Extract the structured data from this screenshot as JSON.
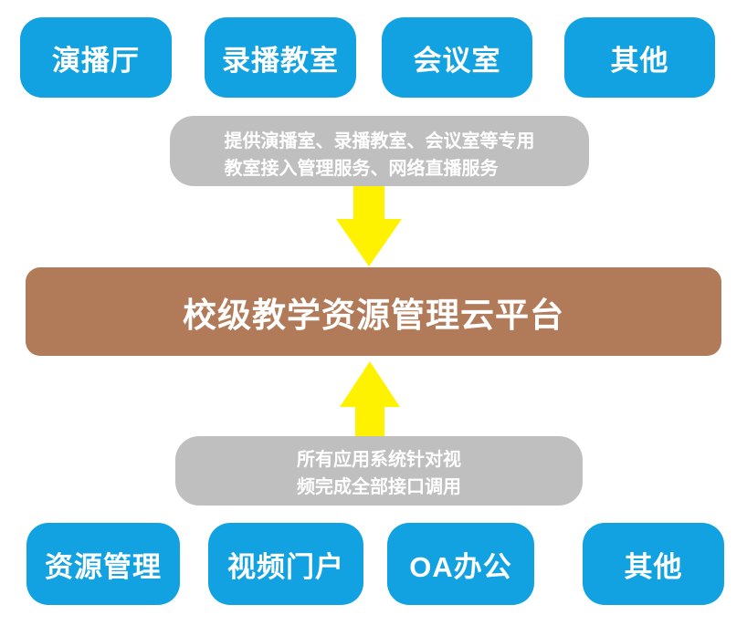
{
  "diagram": {
    "title_box": {
      "label": "校级教学资源管理云平台"
    },
    "top_row": {
      "items": [
        {
          "label": "演播厅"
        },
        {
          "label": "录播教室"
        },
        {
          "label": "会议室"
        },
        {
          "label": "其他"
        }
      ]
    },
    "top_note": {
      "line1": "提供演播室、录播教室、会议室等专用",
      "line2": "教室接入管理服务、网络直播服务"
    },
    "bottom_note": {
      "line1": "所有应用系统针对视",
      "line2": "频完成全部接口调用"
    },
    "bottom_row": {
      "items": [
        {
          "label": "资源管理"
        },
        {
          "label": "视频门户"
        },
        {
          "label": "OA办公"
        },
        {
          "label": "其他"
        }
      ]
    },
    "arrows": [
      {
        "name": "down-arrow",
        "direction": "down"
      },
      {
        "name": "up-arrow",
        "direction": "up"
      }
    ],
    "colors": {
      "node_blue": "#12A2E2",
      "platform_brown": "#B17A58",
      "note_gray": "#BFBFBF",
      "arrow_yellow": "#FFF200",
      "text_white": "#FFFFFF"
    }
  }
}
